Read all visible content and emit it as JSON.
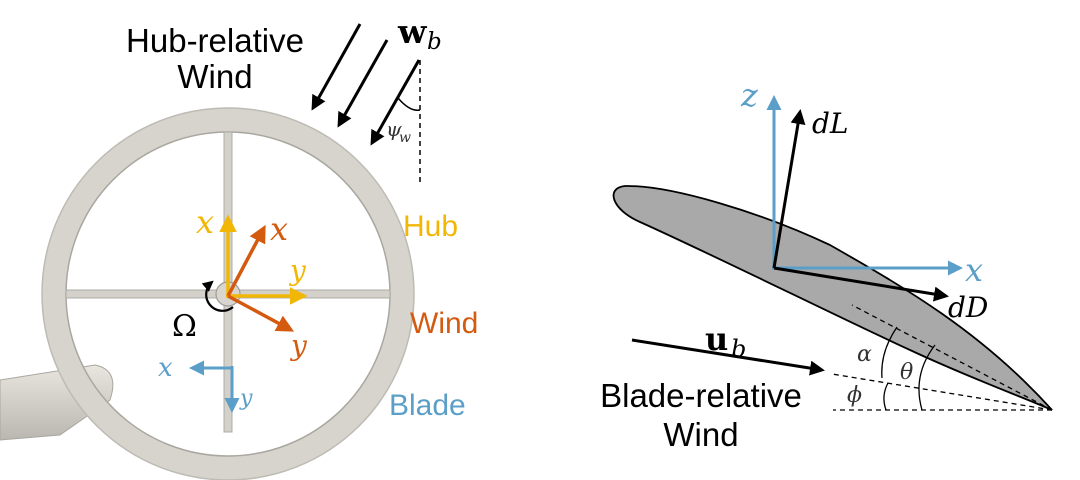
{
  "hub_panel": {
    "hub_wind_label_line1": "Hub-relative",
    "hub_wind_label_line2": "Wind",
    "wind_vector_symbol": "w",
    "wind_vector_subscript": "b",
    "wind_angle_symbol": "ψ",
    "wind_angle_subscript": "w",
    "rotation_symbol": "Ω",
    "hub_frame": {
      "x": "x",
      "y": "y",
      "label": "Hub",
      "color": "#f2b705"
    },
    "wind_frame": {
      "x": "x",
      "y": "y",
      "label": "Wind",
      "color": "#d45a0f"
    },
    "blade_frame": {
      "x": "x",
      "y": "y",
      "label": "Blade",
      "color": "#5b9fc9"
    }
  },
  "airfoil_panel": {
    "axis_z": "z",
    "axis_x": "x",
    "lift_symbol": "dL",
    "drag_symbol": "dD",
    "velocity_symbol": "u",
    "velocity_subscript": "b",
    "alpha_symbol": "α",
    "theta_symbol": "θ",
    "phi_symbol": "ϕ",
    "blade_wind_label_line1": "Blade-relative",
    "blade_wind_label_line2": "Wind",
    "axis_color": "#5b9fc9",
    "airfoil_fill": "#a9a9a9"
  }
}
